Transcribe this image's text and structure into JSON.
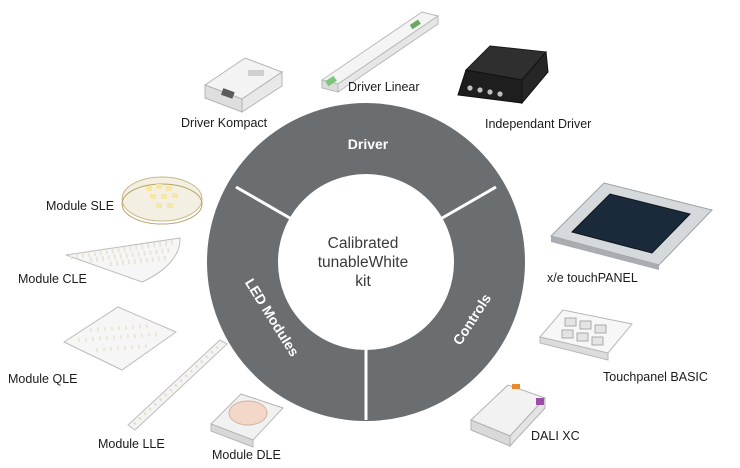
{
  "center": {
    "line1": "Calibrated",
    "line2": "tunableWhite",
    "line3": "kit"
  },
  "segments": {
    "top": "Driver",
    "right": "Controls",
    "left": "LED Modules"
  },
  "products": {
    "driver_kompact": "Driver Kompact",
    "driver_linear": "Driver Linear",
    "independant_driver": "Independant Driver",
    "xe_touchpanel": "x/e touchPANEL",
    "touchpanel_basic": "Touchpanel BASIC",
    "dali_xc": "DALI XC",
    "module_sle": "Module SLE",
    "module_cle": "Module CLE",
    "module_qle": "Module QLE",
    "module_lle": "Module LLE",
    "module_dle": "Module DLE"
  },
  "colors": {
    "ring": "#6b6e70",
    "divider": "#ffffff",
    "background": "#ffffff"
  }
}
